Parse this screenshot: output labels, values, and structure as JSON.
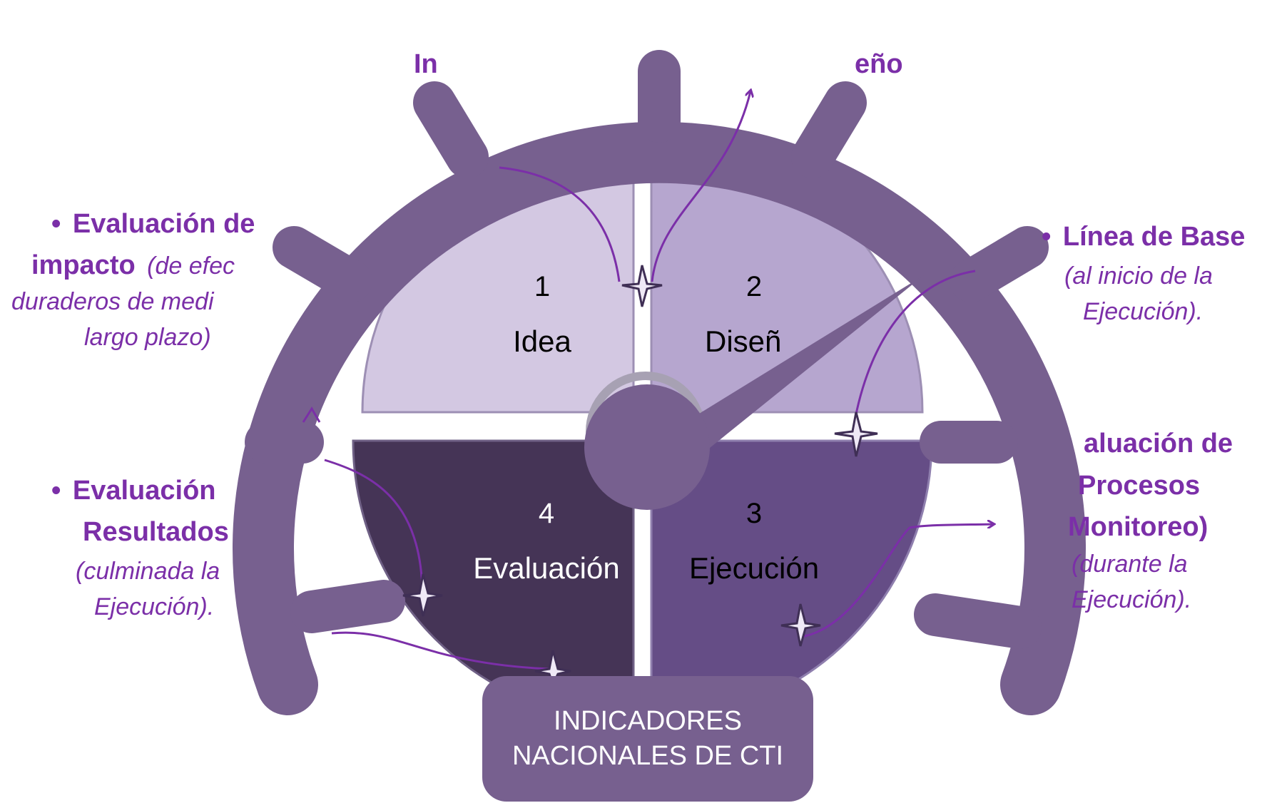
{
  "gauge_labels": {
    "top_left_partial": "In",
    "top_right_partial": "eño"
  },
  "quadrants": [
    {
      "number": "1",
      "label": "Idea"
    },
    {
      "number": "2",
      "label": "Diseñ"
    },
    {
      "number": "3",
      "label": "Ejecución"
    },
    {
      "number": "4",
      "label": "Evaluación"
    }
  ],
  "left_labels": {
    "impact": {
      "bullet": "•",
      "line1": "Evaluación de",
      "line2_bold": "impacto",
      "line2_ital": "(de efec",
      "line3": "duraderos de medi",
      "line4": "largo plazo)"
    },
    "results": {
      "bullet": "•",
      "line1": "Evaluación",
      "line2": "Resultados",
      "line3": "(culminada la",
      "line4": "Ejecución)."
    }
  },
  "right_labels": {
    "baseline": {
      "bullet": "•",
      "line1": "Línea de Base",
      "line2": "(al inicio de la",
      "line3": "Ejecución)."
    },
    "process": {
      "line1": "aluación de",
      "line2": "Procesos",
      "line3": "Monitoreo)",
      "line4": "(durante la",
      "line5": "Ejecución)."
    }
  },
  "center_box": {
    "line1": "INDICADORES",
    "line2": "NACIONALES DE CTI"
  },
  "colors": {
    "gauge": "#77608F",
    "q1": "#D3C8E2",
    "q2": "#B6A6CF",
    "q3": "#654D86",
    "q4": "#453456",
    "label_purple": "#7B2FA8",
    "arrow": "#7B2FA8"
  }
}
